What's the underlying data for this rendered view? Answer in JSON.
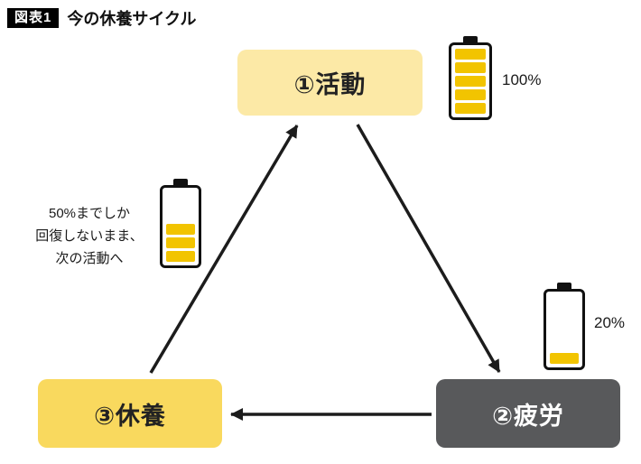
{
  "header": {
    "badge": "図表1",
    "title": "今の休養サイクル"
  },
  "cycle": {
    "activity": {
      "label": "①活動"
    },
    "fatigue": {
      "label": "②疲労"
    },
    "rest": {
      "label": "③休養"
    }
  },
  "batteries": {
    "full": {
      "label": "100%",
      "level": 5,
      "max": 5
    },
    "half": {
      "level": 3,
      "max": 5,
      "note_lines": [
        "50%までしか",
        "回復しないまま、",
        "次の活動へ"
      ]
    },
    "low": {
      "label": "20%",
      "level": 1,
      "max": 5
    }
  },
  "colors": {
    "activity_bg": "#fce9a6",
    "rest_bg": "#f9d95e",
    "fatigue_bg": "#58595b",
    "battery_fill": "#f2c400",
    "arrow": "#1c1c1c"
  }
}
